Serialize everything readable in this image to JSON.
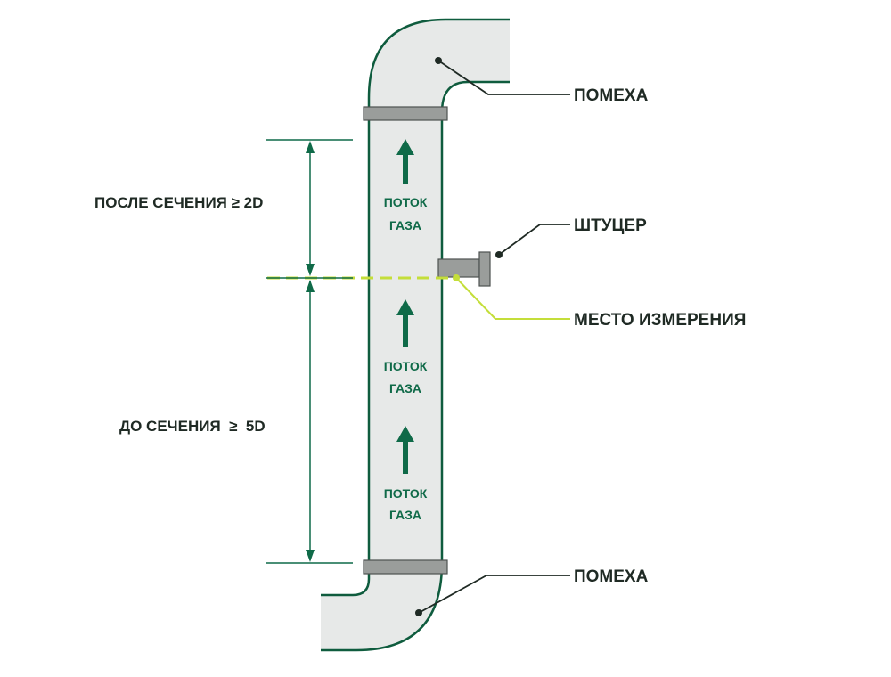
{
  "labels": {
    "interference_top": "ПОМЕХА",
    "interference_bottom": "ПОМЕХА",
    "fitting": "ШТУЦЕР",
    "measurement_point": "МЕСТО ИЗМЕРЕНИЯ",
    "after_section": "ПОСЛЕ СЕЧЕНИЯ ≥ 2D",
    "before_section": "ДО СЕЧЕНИЯ  ≥  5D"
  },
  "flows": [
    {
      "line1": "ПОТОК",
      "line2": "ГАЗА"
    },
    {
      "line1": "ПОТОК",
      "line2": "ГАЗА"
    },
    {
      "line1": "ПОТОК",
      "line2": "ГАЗА"
    }
  ],
  "colors": {
    "pipe_fill": "#e7e9e8",
    "pipe_stroke": "#0f5c3e",
    "flange": "#9a9d9b",
    "dimension_line": "#0f6a48",
    "measurement_line": "#c4de3a",
    "label_text": "#1f2a24"
  }
}
